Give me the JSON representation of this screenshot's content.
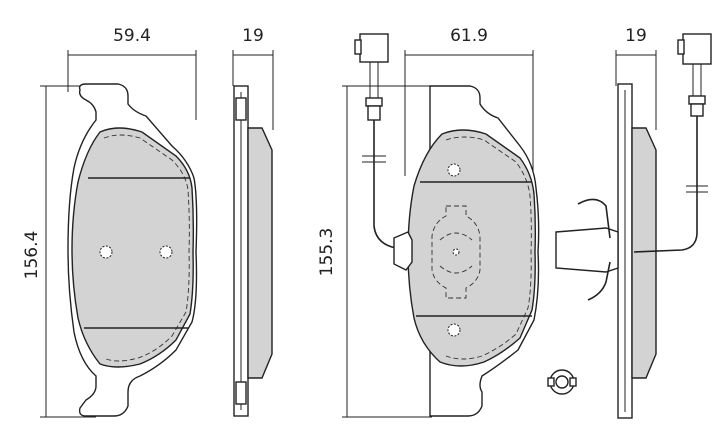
{
  "dimensions": {
    "pad1_width": "59.4",
    "pad1_thickness": "19",
    "pad1_height": "156.4",
    "pad2_width": "61.9",
    "pad2_thickness": "19",
    "pad2_height": "155.3"
  },
  "colors": {
    "friction_material": "#d3d3d3",
    "outline": "#222222",
    "background": "#ffffff"
  }
}
